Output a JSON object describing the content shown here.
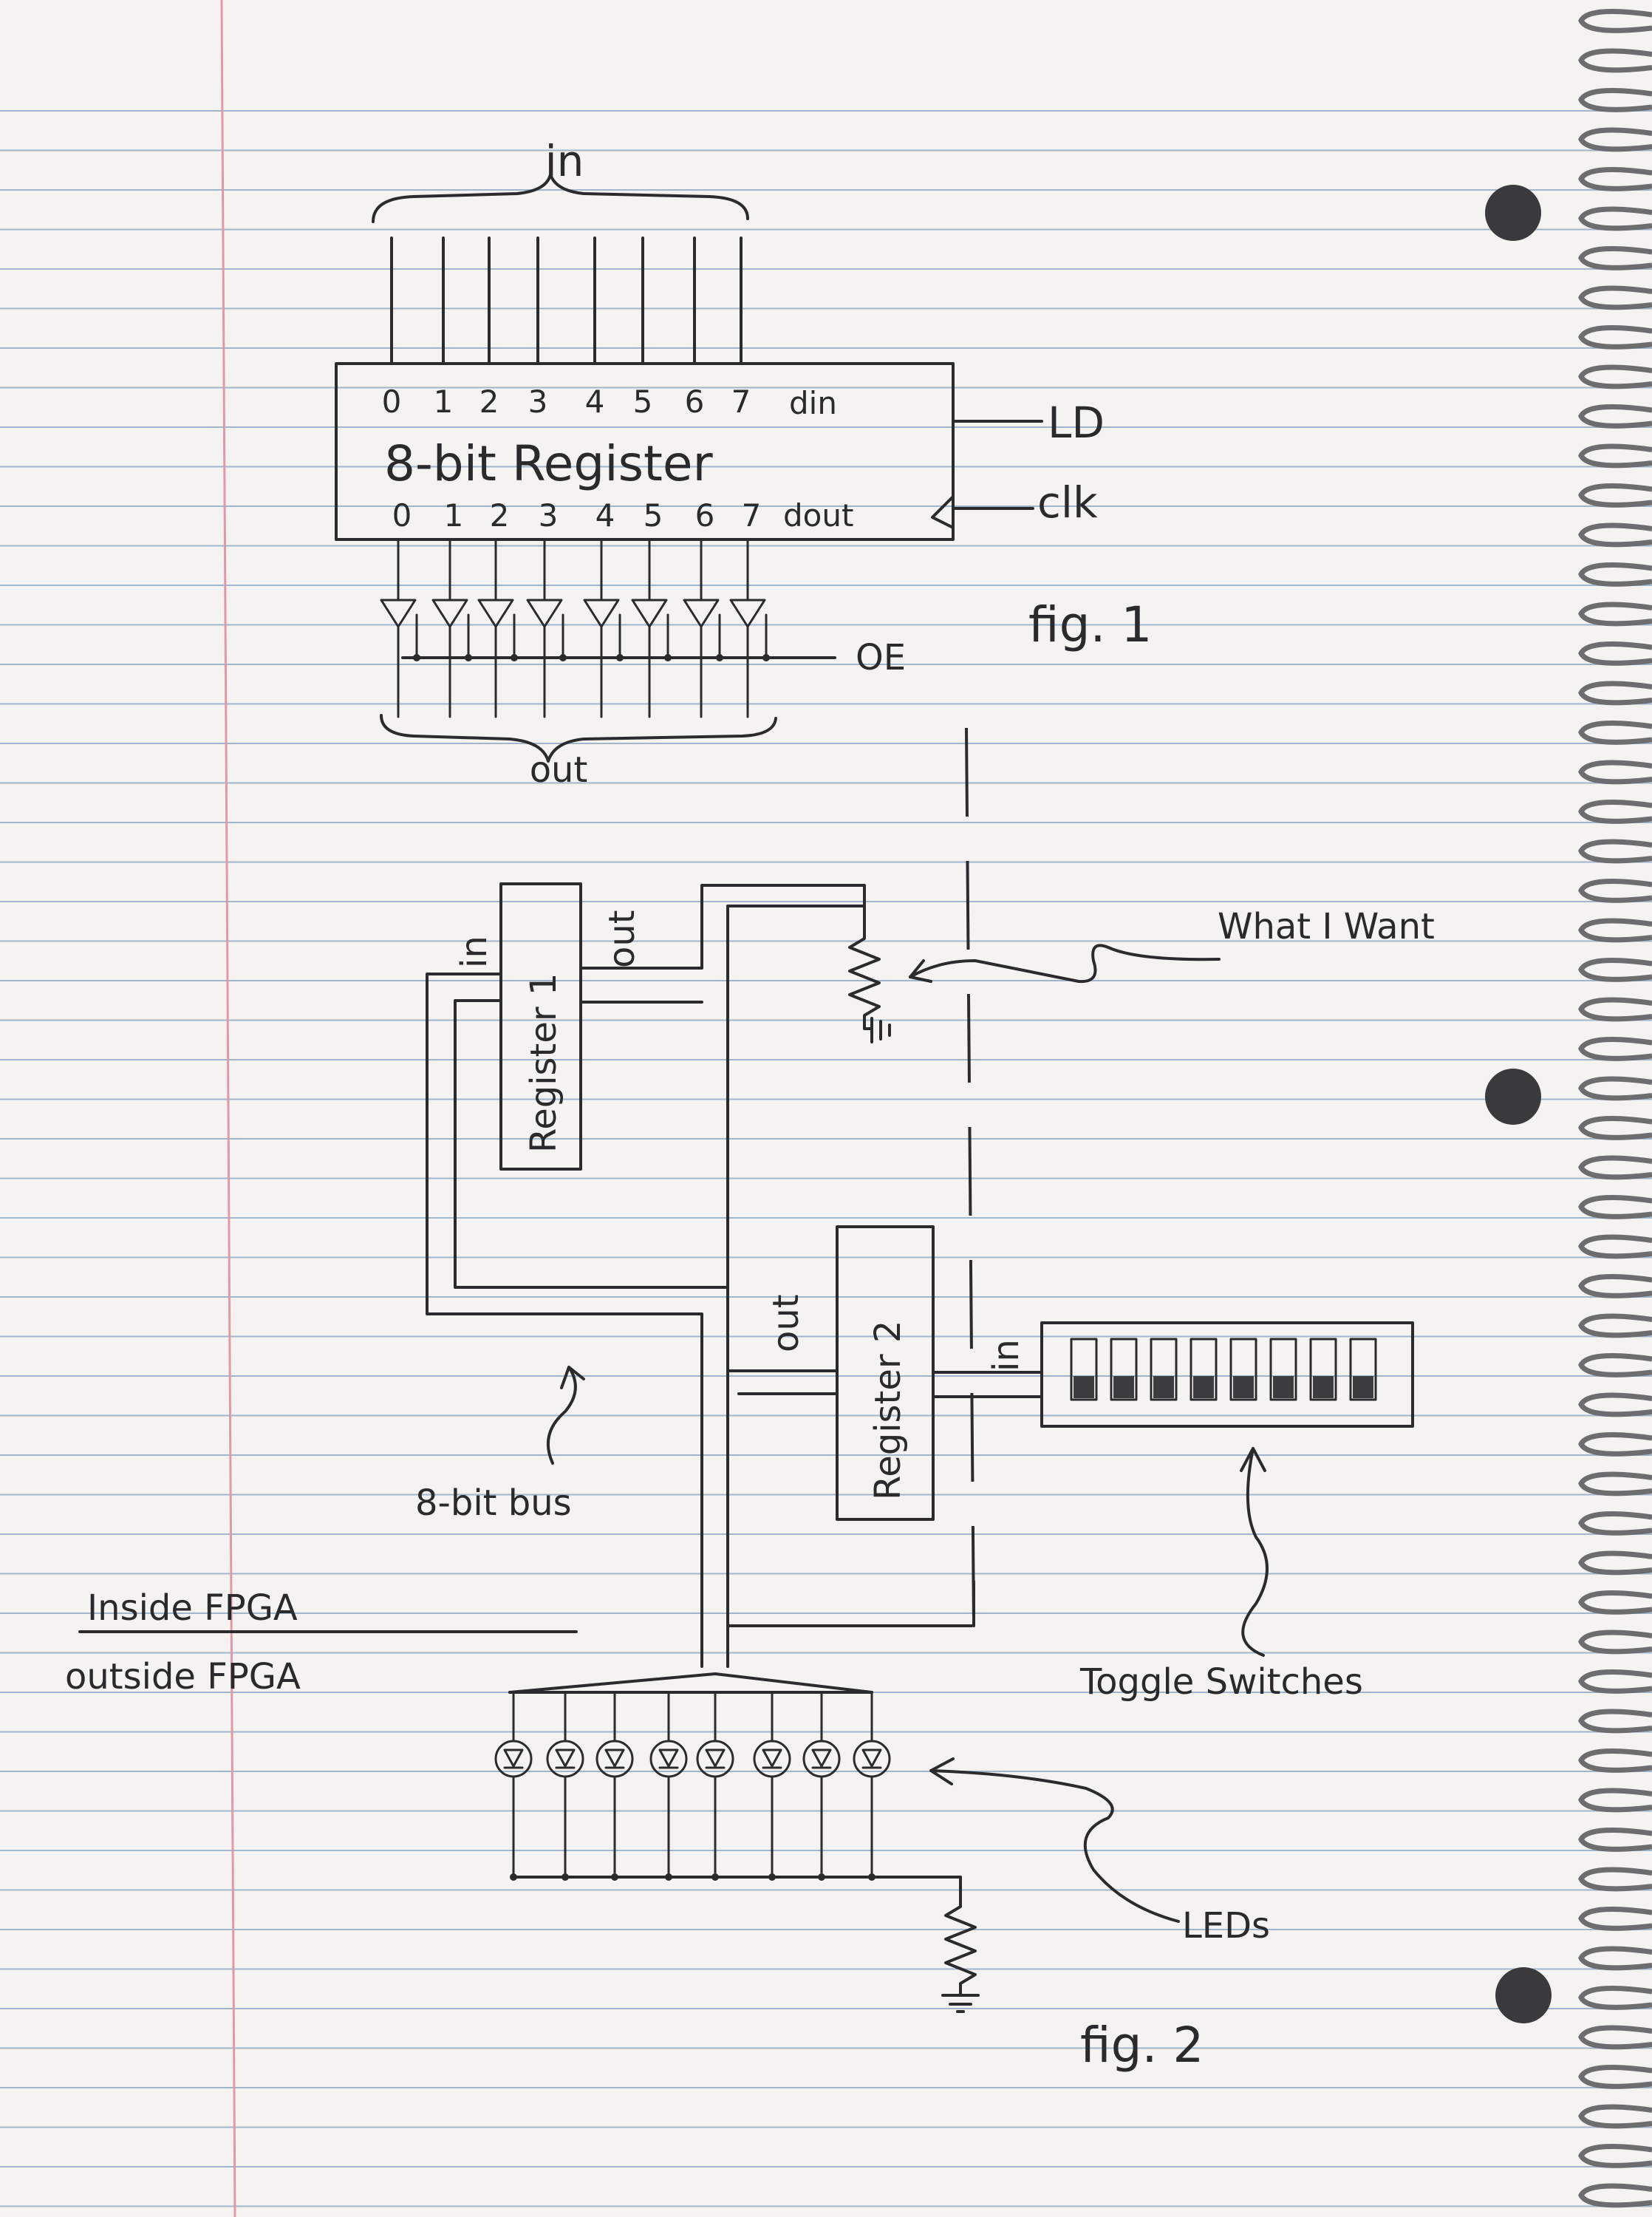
{
  "fig1": {
    "in_label": "in",
    "register_title": "8-bit Register",
    "din_pins": [
      "0",
      "1",
      "2",
      "3",
      "4",
      "5",
      "6",
      "7"
    ],
    "din_label": "din",
    "dout_pins": [
      "0",
      "1",
      "2",
      "3",
      "4",
      "5",
      "6",
      "7"
    ],
    "dout_label": "dout",
    "ld_label": "LD",
    "clk_label": "clk",
    "oe_label": "OE",
    "out_label": "out",
    "caption": "fig. 1"
  },
  "fig2": {
    "register1": "Register 1",
    "register1_in": "in",
    "register1_out": "out",
    "register2": "Register 2",
    "register2_in": "in",
    "register2_out": "out",
    "what_i_want": "What I Want",
    "bus_label": "8-bit bus",
    "inside_label": "Inside FPGA",
    "outside_label": "outside FPGA",
    "toggle_label": "Toggle Switches",
    "leds_label": "LEDs",
    "caption": "fig. 2"
  },
  "colors": {
    "paper": "#f4f3f1",
    "rule_line": "#9fb6cf",
    "margin_line": "#e09aa6",
    "ink": "#2b2b2e"
  }
}
